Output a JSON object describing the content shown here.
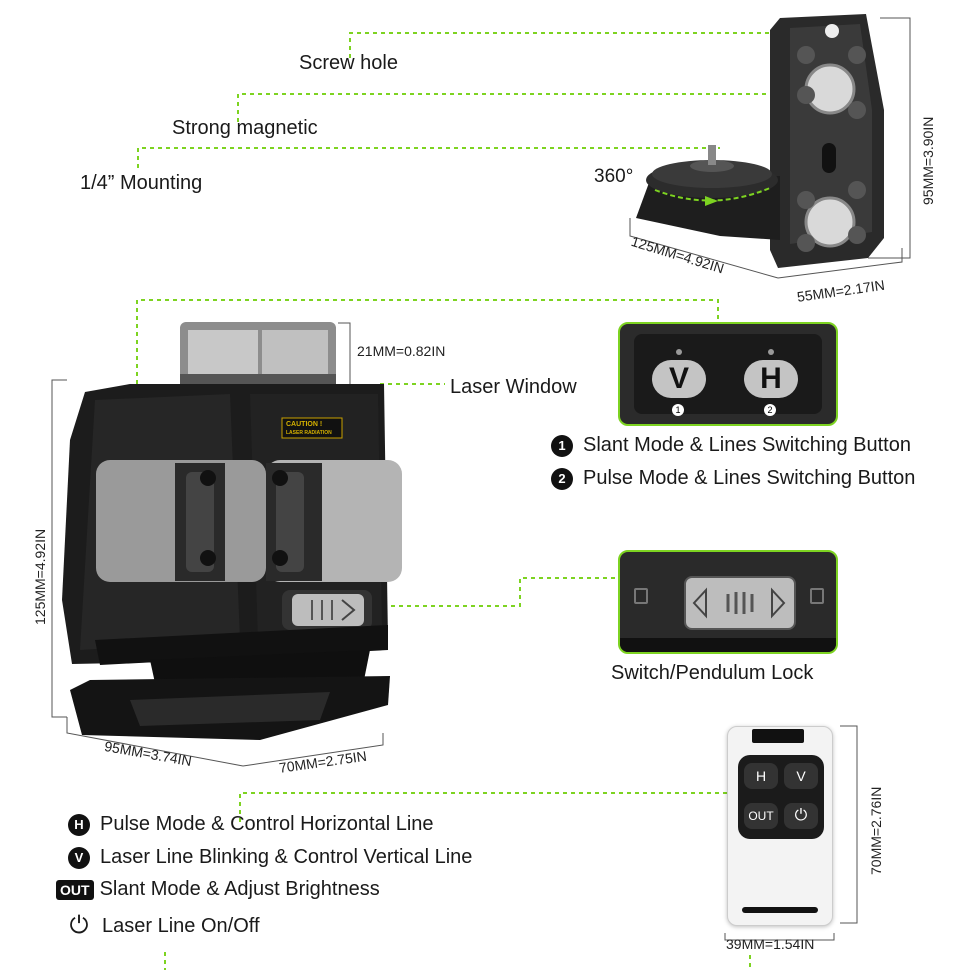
{
  "mount": {
    "screw_hole": "Screw hole",
    "strong_magnetic": "Strong magnetic",
    "mounting": "1/4” Mounting",
    "rotation": "360°",
    "height_dim": "95MM=3.90IN",
    "length_dim": "125MM=4.92IN",
    "width_dim": "55MM=2.17IN"
  },
  "device": {
    "top_dim": "21MM=0.82IN",
    "laser_window": "Laser Window",
    "height_dim": "125MM=4.92IN",
    "depth_dim": "95MM=3.74IN",
    "width_dim": "70MM=2.75IN",
    "caution_label": "CAUTION !",
    "caution_sub": "LASER RADIATION"
  },
  "buttons_panel": {
    "v_label": "V",
    "h_label": "H",
    "num1": "1",
    "num2": "2",
    "desc1": "Slant Mode & Lines Switching Button",
    "desc2": "Pulse Mode & Lines Switching Button"
  },
  "lock_panel": {
    "label": "Switch/Pendulum Lock"
  },
  "remote": {
    "h": "H",
    "v": "V",
    "out": "OUT",
    "power": "⏻",
    "height_dim": "70MM=2.76IN",
    "width_dim": "39MM=1.54IN"
  },
  "legend": [
    {
      "badge": "H",
      "text": "Pulse Mode & Control Horizontal  Line"
    },
    {
      "badge": "V",
      "text": "Laser Line Blinking & Control Vertical  Line"
    },
    {
      "badge": "OUT",
      "text": "Slant Mode & Adjust Brightness"
    },
    {
      "badge": "⏻",
      "text": "Laser Line On/Off"
    }
  ],
  "colors": {
    "accent_green": "#7dd321",
    "device_dark": "#1c1c1c",
    "panel_grey": "#b8b8b8"
  }
}
